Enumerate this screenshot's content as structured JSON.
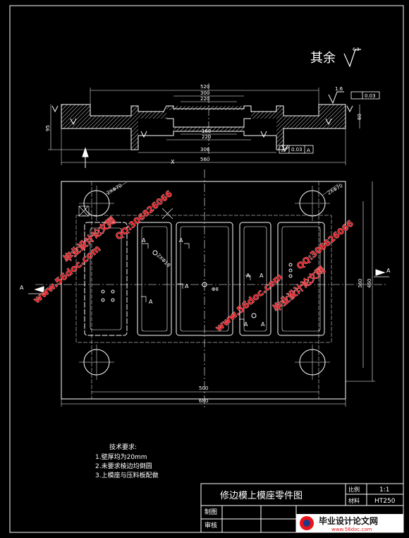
{
  "drawing": {
    "title": "修边模上模座零件图",
    "roughness_note": "其余",
    "roughness_value": "6.3",
    "tech_requirements": {
      "heading": "技术要求:",
      "items": [
        "1.壁厚均为20mm",
        "2.未要求棱边均倒圆",
        "3.上模座与压料板配做"
      ]
    },
    "section_dims": {
      "top": [
        "520",
        "300",
        "220"
      ],
      "bottom": [
        "160",
        "220",
        "306",
        "560"
      ],
      "left_height": "95",
      "right_height": "60",
      "roughness_right": "1.6",
      "flatness_box_top": "0.03",
      "parallel_box": "0.03",
      "datum": "A"
    },
    "plan_dims": {
      "hole_left": "2XΦ70",
      "hole_right": "2XΦ70",
      "holes_mid": "2XΦ18",
      "center_hole": "Φ8",
      "width_inner": "500",
      "width_outer": "680",
      "height_inner": "360",
      "height_outer": "460",
      "section_label": "A"
    },
    "title_block": {
      "scale_label": "比例",
      "scale_value": "1:1",
      "material_label": "材料",
      "material_value": "HT250",
      "drawn_label": "制图",
      "checked_label": "审核"
    },
    "watermarks": {
      "site": "www.56doc.com",
      "qq": "QQ:306826066",
      "brand": "毕业设计论文网",
      "logo_url": "www.56doc.com"
    },
    "colors": {
      "background": "#000000",
      "lines": "#ffffff",
      "watermark": "#e8141b"
    }
  }
}
